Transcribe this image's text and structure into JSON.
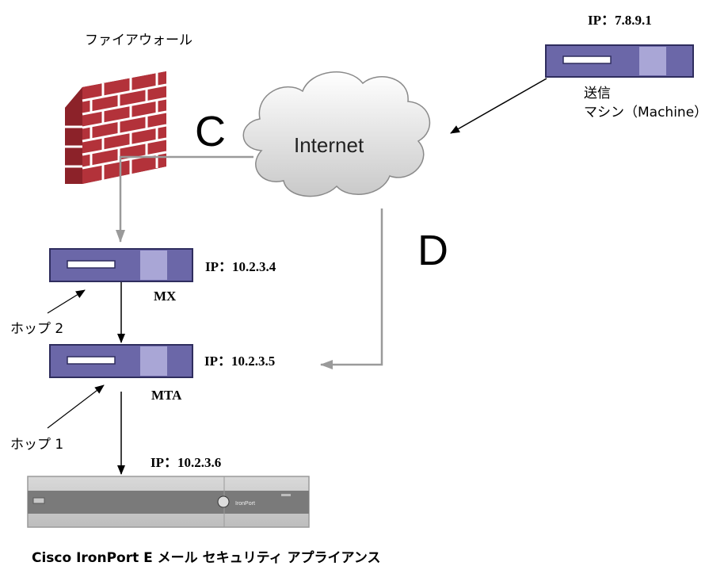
{
  "firewall": {
    "label": "ファイアウォール"
  },
  "internet": {
    "label": "Internet"
  },
  "paths": {
    "c": "C",
    "d": "D"
  },
  "sender": {
    "ip": "IP：7.8.9.1",
    "label_line1": "送信",
    "label_line2": "マシン（Machine）"
  },
  "mx": {
    "ip": "IP：10.2.3.4",
    "label": "MX"
  },
  "mta": {
    "ip": "IP：10.2.3.5",
    "label": "MTA"
  },
  "hop2": {
    "label": "ホップ 2"
  },
  "hop1": {
    "label": "ホップ 1"
  },
  "appliance": {
    "ip": "IP：10.2.3.6",
    "caption": "Cisco IronPort E メール セキュリティ アプライアンス",
    "brand": "IronPort"
  },
  "colors": {
    "server_body": "#6b67a8",
    "server_dark": "#3a3870",
    "arrow_gray": "#909090",
    "brick": "#b3323a"
  }
}
